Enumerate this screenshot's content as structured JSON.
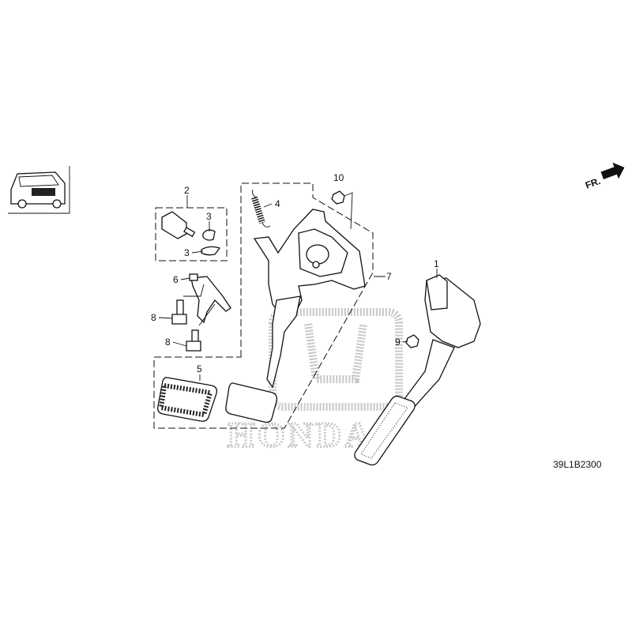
{
  "diagram": {
    "watermark_logo": "HONDA",
    "diagram_code": "39L1B2300",
    "front_indicator": "FR.",
    "colors": {
      "ink": "#111111",
      "watermark": "#bbbbbb",
      "background": "#ffffff"
    },
    "callouts": [
      {
        "id": "1"
      },
      {
        "id": "2"
      },
      {
        "id": "3"
      },
      {
        "id": "3"
      },
      {
        "id": "4"
      },
      {
        "id": "5"
      },
      {
        "id": "6"
      },
      {
        "id": "7"
      },
      {
        "id": "8"
      },
      {
        "id": "8"
      },
      {
        "id": "9"
      },
      {
        "id": "10"
      }
    ],
    "icons": [
      "vehicle-location-icon",
      "front-arrow-icon"
    ]
  }
}
